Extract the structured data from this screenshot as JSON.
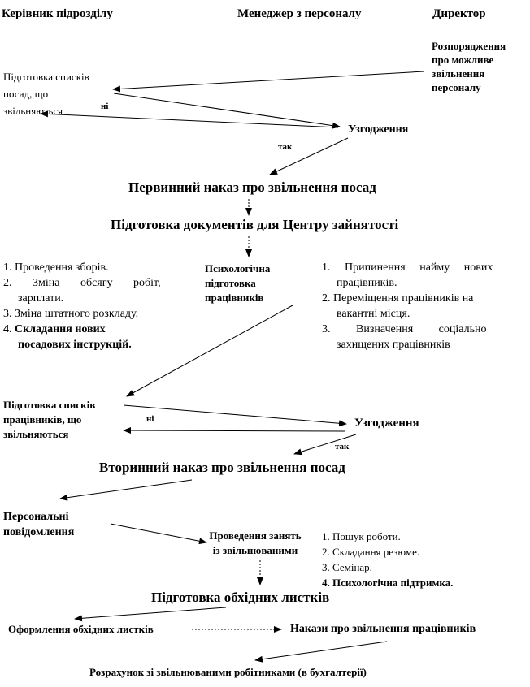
{
  "headers": {
    "head_of_unit": "Керівник підрозділу",
    "hr_manager": "Менеджер з персоналу",
    "director": "Директор"
  },
  "director_order": [
    "Розпорядження",
    "про можливе",
    "звільнення",
    "персоналу"
  ],
  "prep_positions": [
    "Підготовка списків",
    "посад, що",
    "звільняються"
  ],
  "no_1": "ні",
  "agreement_1": "Узгодження",
  "yes_1": "так",
  "primary_order": "Первинний наказ про звільнення посад",
  "docs_employment": "Підготовка документів для Центру зайнятості",
  "left_list": [
    "1. Проведення зборів.",
    "2. Зміна обсягу робіт,",
    "зарплати.",
    "3. Зміна штатного розкладу.",
    "4. Складання нових",
    "посадових інструкцій."
  ],
  "psych_prep": [
    "Психологічна",
    "підготовка",
    "працівників"
  ],
  "right_list": [
    "1. Припинення найму нових",
    "працівників.",
    "2. Переміщення працівників на",
    "вакантні місця.",
    "3. Визначення соціально",
    "захищених працівників"
  ],
  "prep_workers": [
    "Підготовка списків",
    "працівників, що",
    "звільняються"
  ],
  "no_2": "ні",
  "agreement_2": "Узгодження",
  "yes_2": "так",
  "secondary_order": "Вторинний наказ про звільнення посад",
  "personal_notices": [
    "Персональні",
    "повідомлення"
  ],
  "classes": [
    "Проведення занять",
    "із звільнюваними"
  ],
  "classes_list": [
    "1. Пошук роботи.",
    "2. Складання резюме.",
    "3. Семінар.",
    "4. Психологічна підтримка."
  ],
  "checkout_sheets": "Підготовка обхідних листків",
  "fill_sheets": "Оформлення обхідних листків",
  "dismissal_orders": "Накази про звільнення працівників",
  "settlement": "Розрахунок зі звільнюваними робітниками (в бухгалтерії)"
}
